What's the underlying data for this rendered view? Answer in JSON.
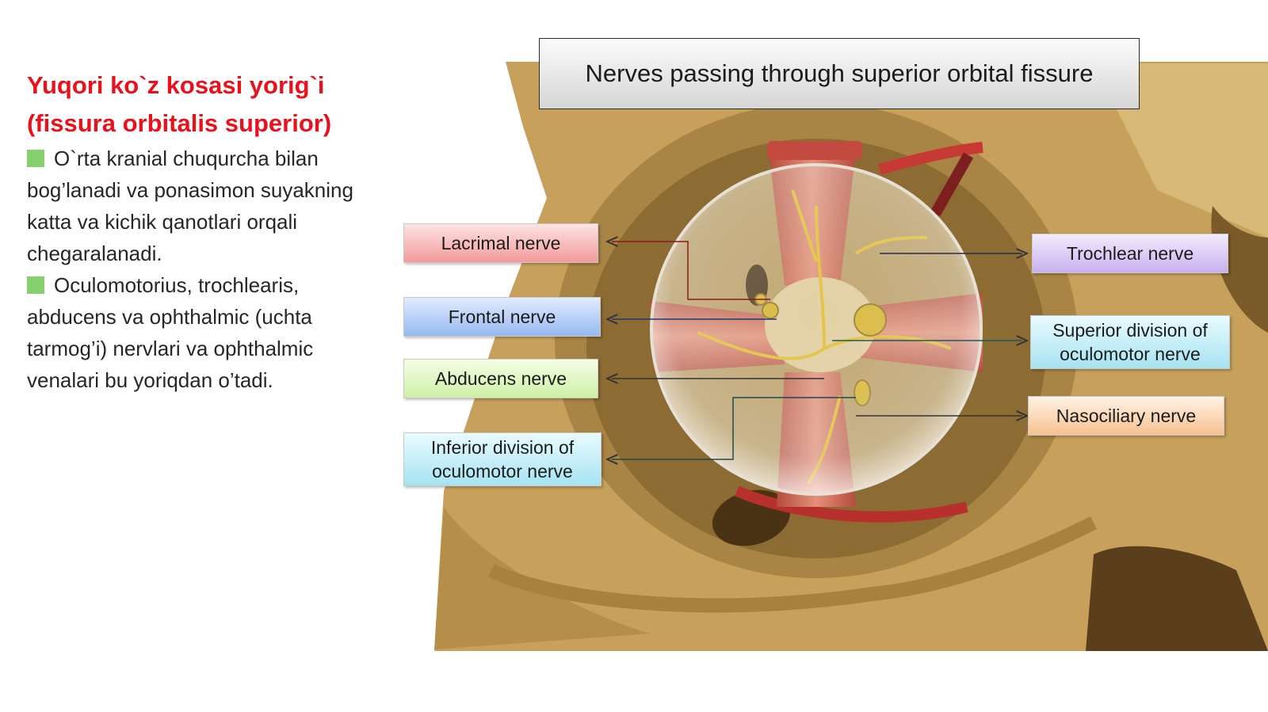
{
  "text": {
    "heading_line1": "Yuqori ko`z kosasi yorig`i",
    "heading_line2": "(fissura orbitalis superior)",
    "bullet1": "O`rta kranial chuqurcha bilan bog’lanadi va ponasimon suyakning katta va kichik qanotlari orqali chegaralanadi.",
    "bullet2": "Oculomotorius, trochlearis, abducens va ophthalmic (uchta tarmog’i) nervlari va ophthalmic venalari bu yoriqdan o’tadi."
  },
  "figure": {
    "title": "Nerves passing through superior orbital fissure",
    "labels": {
      "lacrimal": "Lacrimal nerve",
      "frontal": "Frontal nerve",
      "abducens": "Abducens nerve",
      "inferior_line1": "Inferior division of",
      "inferior_line2": "oculomotor nerve",
      "trochlear": "Trochlear nerve",
      "superior_line1": "Superior division of",
      "superior_line2": "oculomotor nerve",
      "nasociliary": "Nasociliary nerve"
    }
  },
  "colors": {
    "heading": "#e8121c",
    "bullet": "#86d16d",
    "bone": "#c9a560",
    "muscle": "#cd6a55",
    "nerve": "#e8c020",
    "artery": "#c23030"
  }
}
